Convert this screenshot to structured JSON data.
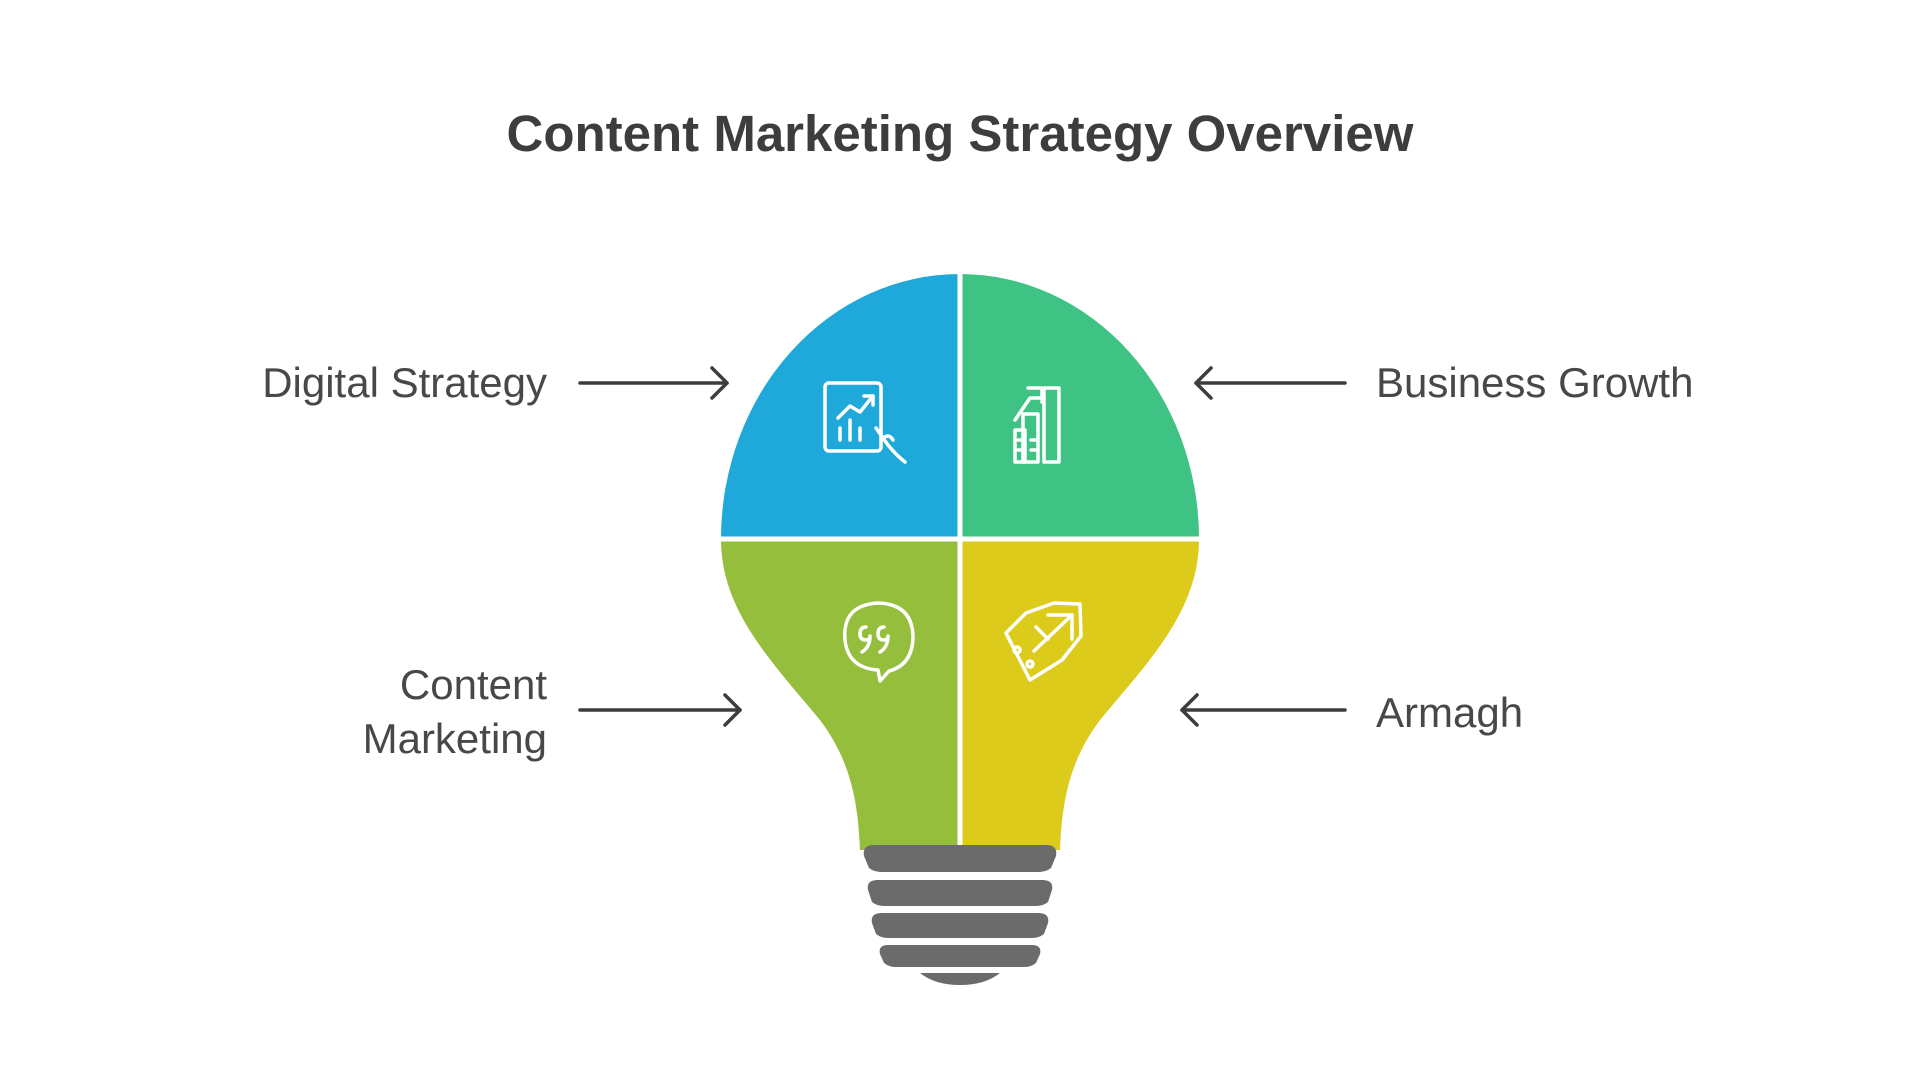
{
  "title": "Content Marketing Strategy Overview",
  "quadrants": [
    {
      "position": "top-left",
      "label": "Digital Strategy",
      "color": "#1EA9DA",
      "icon": "tablet-chart-icon"
    },
    {
      "position": "top-right",
      "label": "Business Growth",
      "color": "#3EC384",
      "icon": "growth-chart-icon"
    },
    {
      "position": "bottom-left",
      "label_lines": [
        "Content",
        "Marketing"
      ],
      "color": "#94BE3B",
      "icon": "quote-bubble-icon"
    },
    {
      "position": "bottom-right",
      "label": "Armagh",
      "color": "#DCCB1B",
      "icon": "arrow-badge-icon"
    }
  ],
  "bulb_base_color": "#6B6B6B",
  "text_color": "#484848"
}
